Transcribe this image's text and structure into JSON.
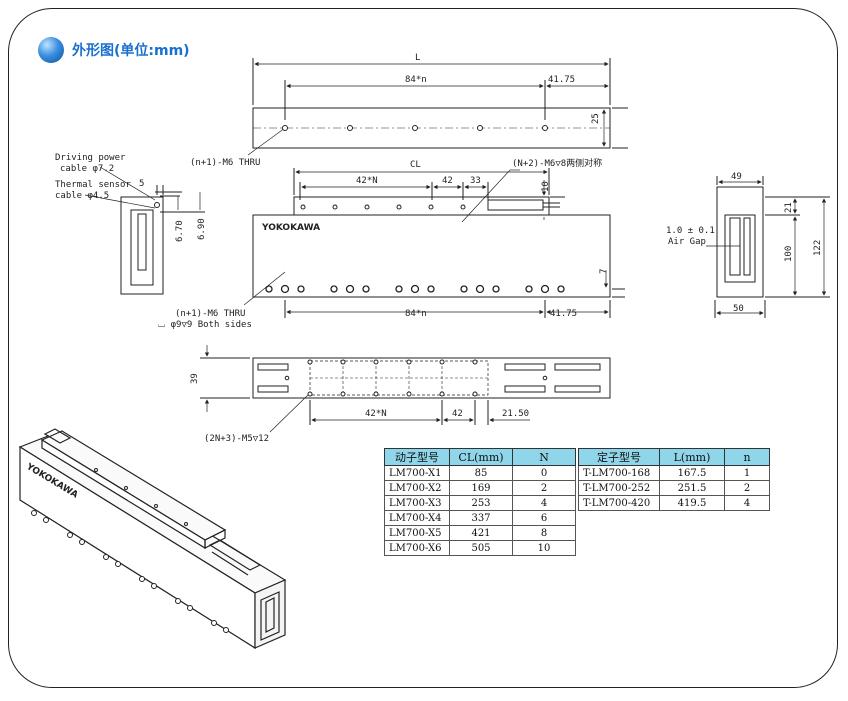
{
  "section_title": "外形图(单位:mm)",
  "brand": "YOKOKAWA",
  "dims": {
    "L": "L",
    "pitch_n": "84*n",
    "end_41_75": "41.75",
    "d25": "25",
    "thru_top": "(n+1)-M6 THRU",
    "CL": "CL",
    "pitch_N": "42*N",
    "d42": "42",
    "d33": "33",
    "d10": "10",
    "coil_holes": "(N+2)-M6▽8两侧对称",
    "driving_power": "Driving power",
    "cable_72": "cable φ7.2",
    "thermal_sensor": "Thermal sensor",
    "cable_45": "cable φ4.5",
    "d5": "5",
    "d670": "6.70",
    "d690": "6.90",
    "d7": "7",
    "thru_bottom": "(n+1)-M6 THRU",
    "cbore": "⌴ φ9▽9 Both sides",
    "d49": "49",
    "d21": "21",
    "d100": "100",
    "d122": "122",
    "d50": "50",
    "airgap_1": "1.0 ± 0.1",
    "airgap_2": "Air Gap",
    "d39": "39",
    "d2150": "21.50",
    "m5": "(2N+3)-M5▽12"
  },
  "mover_table": {
    "headers": [
      "动子型号",
      "CL(mm)",
      "N"
    ],
    "rows": [
      [
        "LM700-X1",
        "85",
        "0"
      ],
      [
        "LM700-X2",
        "169",
        "2"
      ],
      [
        "LM700-X3",
        "253",
        "4"
      ],
      [
        "LM700-X4",
        "337",
        "6"
      ],
      [
        "LM700-X5",
        "421",
        "8"
      ],
      [
        "LM700-X6",
        "505",
        "10"
      ]
    ]
  },
  "stator_table": {
    "headers": [
      "定子型号",
      "L(mm)",
      "n"
    ],
    "rows": [
      [
        "T-LM700-168",
        "167.5",
        "1"
      ],
      [
        "T-LM700-252",
        "251.5",
        "2"
      ],
      [
        "T-LM700-420",
        "419.5",
        "4"
      ]
    ]
  },
  "colors": {
    "title": "#1a6fd1",
    "table_header": "#8fd6ea",
    "line": "#222222"
  }
}
